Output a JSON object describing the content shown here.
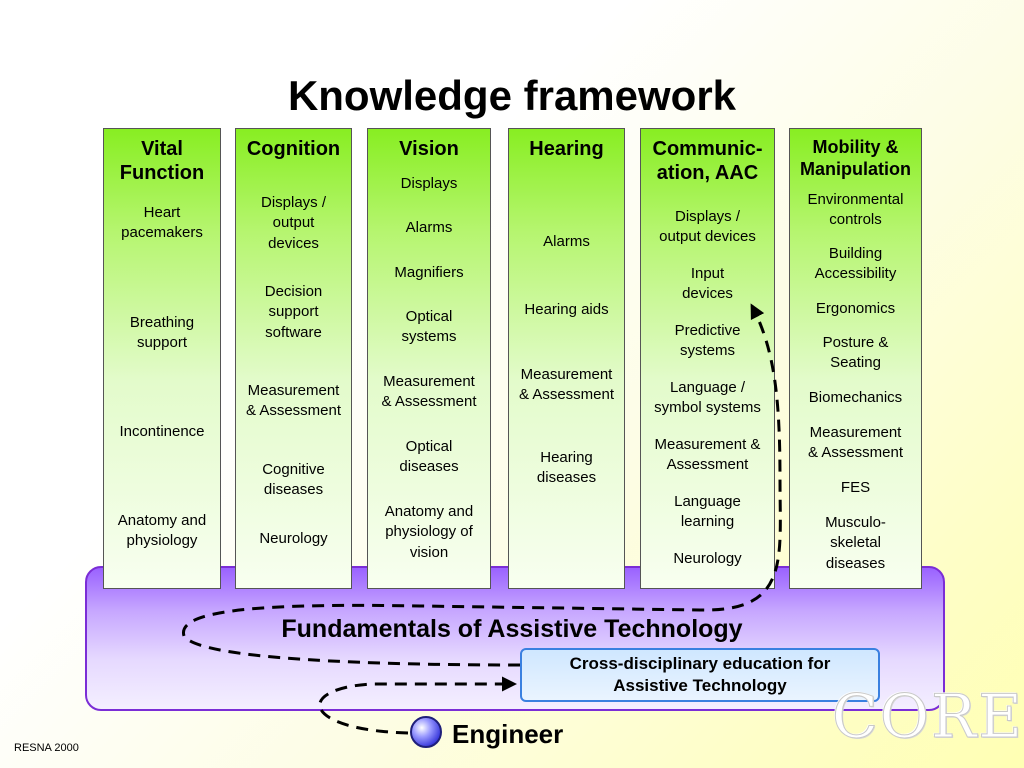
{
  "title": "Knowledge framework",
  "columns": [
    {
      "heading": "Vital\nFunction",
      "items": [
        "Heart\npacemakers",
        "Breathing\nsupport",
        "Incontinence",
        "Anatomy and\nphysiology"
      ]
    },
    {
      "heading": "Cognition",
      "items": [
        "Displays /\noutput\ndevices",
        "Decision\nsupport\nsoftware",
        "Measurement\n& Assessment",
        "Cognitive\ndiseases",
        "Neurology"
      ]
    },
    {
      "heading": "Vision",
      "items": [
        "Displays",
        "Alarms",
        "Magnifiers",
        "Optical\nsystems",
        "Measurement\n& Assessment",
        "Optical\ndiseases",
        "Anatomy and\nphysiology of\nvision"
      ]
    },
    {
      "heading": "Hearing",
      "items": [
        "Alarms",
        "Hearing aids",
        "Measurement\n& Assessment",
        "Hearing\ndiseases"
      ]
    },
    {
      "heading": "Communic-\nation, AAC",
      "items": [
        "Displays /\noutput devices",
        "Input\ndevices",
        "Predictive\nsystems",
        "Language /\nsymbol systems",
        "Measurement &\nAssessment",
        "Language\nlearning",
        "Neurology"
      ]
    },
    {
      "heading": "Mobility &\nManipulation",
      "items": [
        "Environmental\ncontrols",
        "Building\nAccessibility",
        "Ergonomics",
        "Posture &\nSeating",
        "Biomechanics",
        "Measurement\n& Assessment",
        "FES",
        "Musculo-\nskeletal\ndiseases"
      ]
    }
  ],
  "foundation": "Fundamentals of Assistive Technology",
  "cross_box": "Cross-disciplinary education for\nAssistive Technology",
  "engineer": "Engineer",
  "footer": "RESNA 2000",
  "logo": "CORE",
  "colors": {
    "column_top": "#88ee22",
    "foundation_border": "#7b2dd6",
    "cross_box_border": "#3a80e0",
    "engineer_dot": "#3a3adc"
  }
}
